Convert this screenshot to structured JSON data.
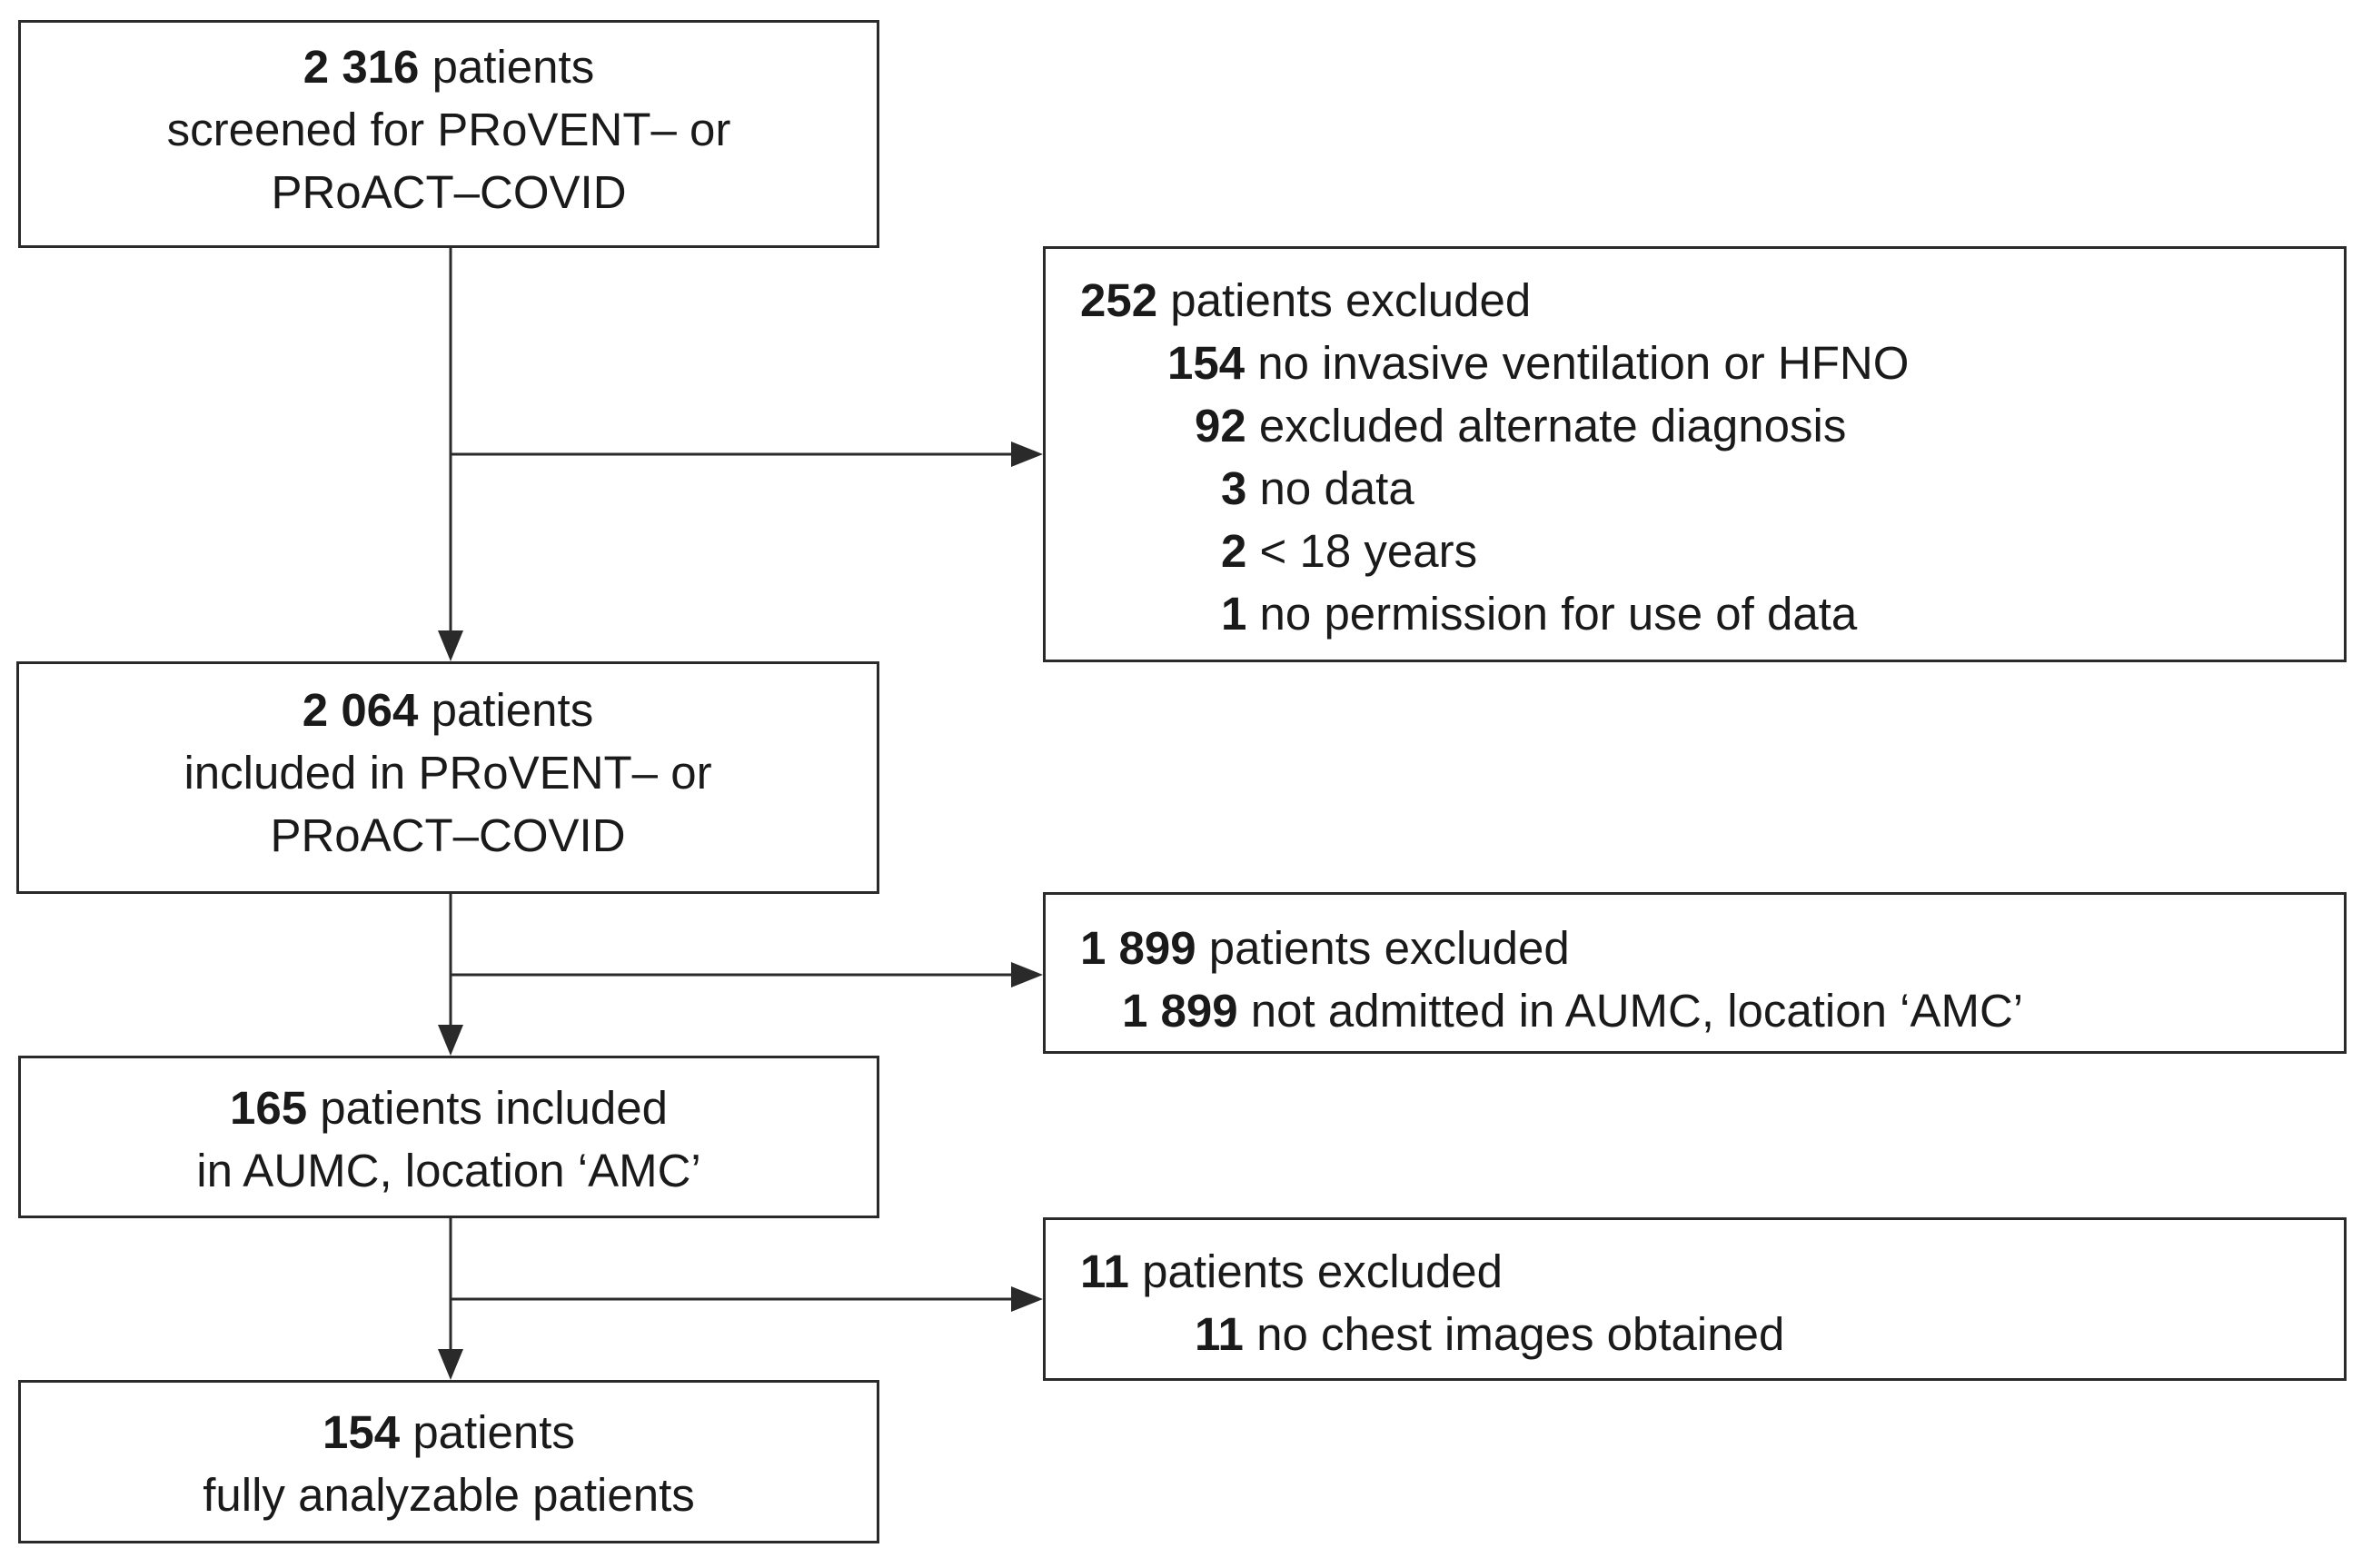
{
  "flow": {
    "screened": {
      "count": "2 316",
      "lines": [
        "patients",
        "screened for PRoVENT– or",
        "PRoACT–COVID"
      ]
    },
    "included": {
      "count": "2 064",
      "lines": [
        "patients",
        "included in PRoVENT– or",
        "PRoACT–COVID"
      ]
    },
    "aumc": {
      "count": "165",
      "lines": [
        "patients included",
        "in AUMC, location ‘AMC’"
      ]
    },
    "analyzable": {
      "count": "154",
      "lines": [
        "patients",
        "fully analyzable patients"
      ]
    }
  },
  "exclusions": {
    "first": {
      "count": "252",
      "label": "patients excluded",
      "reasons": [
        {
          "count": "154",
          "label": "no invasive ventilation or HFNO"
        },
        {
          "count": "92",
          "label": "excluded alternate diagnosis"
        },
        {
          "count": "3",
          "label": "no data"
        },
        {
          "count": "2",
          "label": "< 18 years"
        },
        {
          "count": "1",
          "label": "no permission for use of data"
        }
      ]
    },
    "second": {
      "count": "1 899",
      "label": "patients excluded",
      "reasons": [
        {
          "count": "1 899",
          "label": "not admitted in AUMC, location ‘AMC’"
        }
      ]
    },
    "third": {
      "count": "11",
      "label": "patients excluded",
      "reasons": [
        {
          "count": "11",
          "label": "no chest images obtained"
        }
      ]
    }
  }
}
